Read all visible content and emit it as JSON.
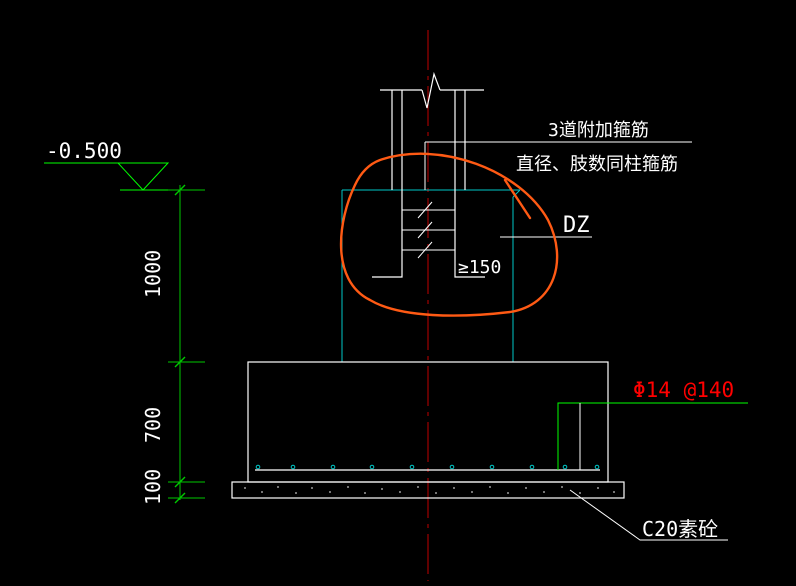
{
  "colors": {
    "background": "#000000",
    "white": "#ffffff",
    "green": "#00ff00",
    "cyan": "#00c8c8",
    "red": "#ff0000",
    "orange": "#ff5a14",
    "dark_red_axis": "#a00000",
    "dimension_green": "#00c800"
  },
  "labels": {
    "elevation": "-0.500",
    "extra_stirrups_line1": "3道附加箍筋",
    "extra_stirrups_line2": "直径、肢数同柱箍筋",
    "dz": "DZ",
    "min_length": "≥150",
    "rebar": "Φ14 @140",
    "concrete": "C20素砼"
  },
  "dimensions": {
    "d1000": "1000",
    "d700": "700",
    "d100": "100"
  },
  "icons": {
    "elevation_marker": "triangle-elevation-icon",
    "break_line": "break-line-icon"
  }
}
